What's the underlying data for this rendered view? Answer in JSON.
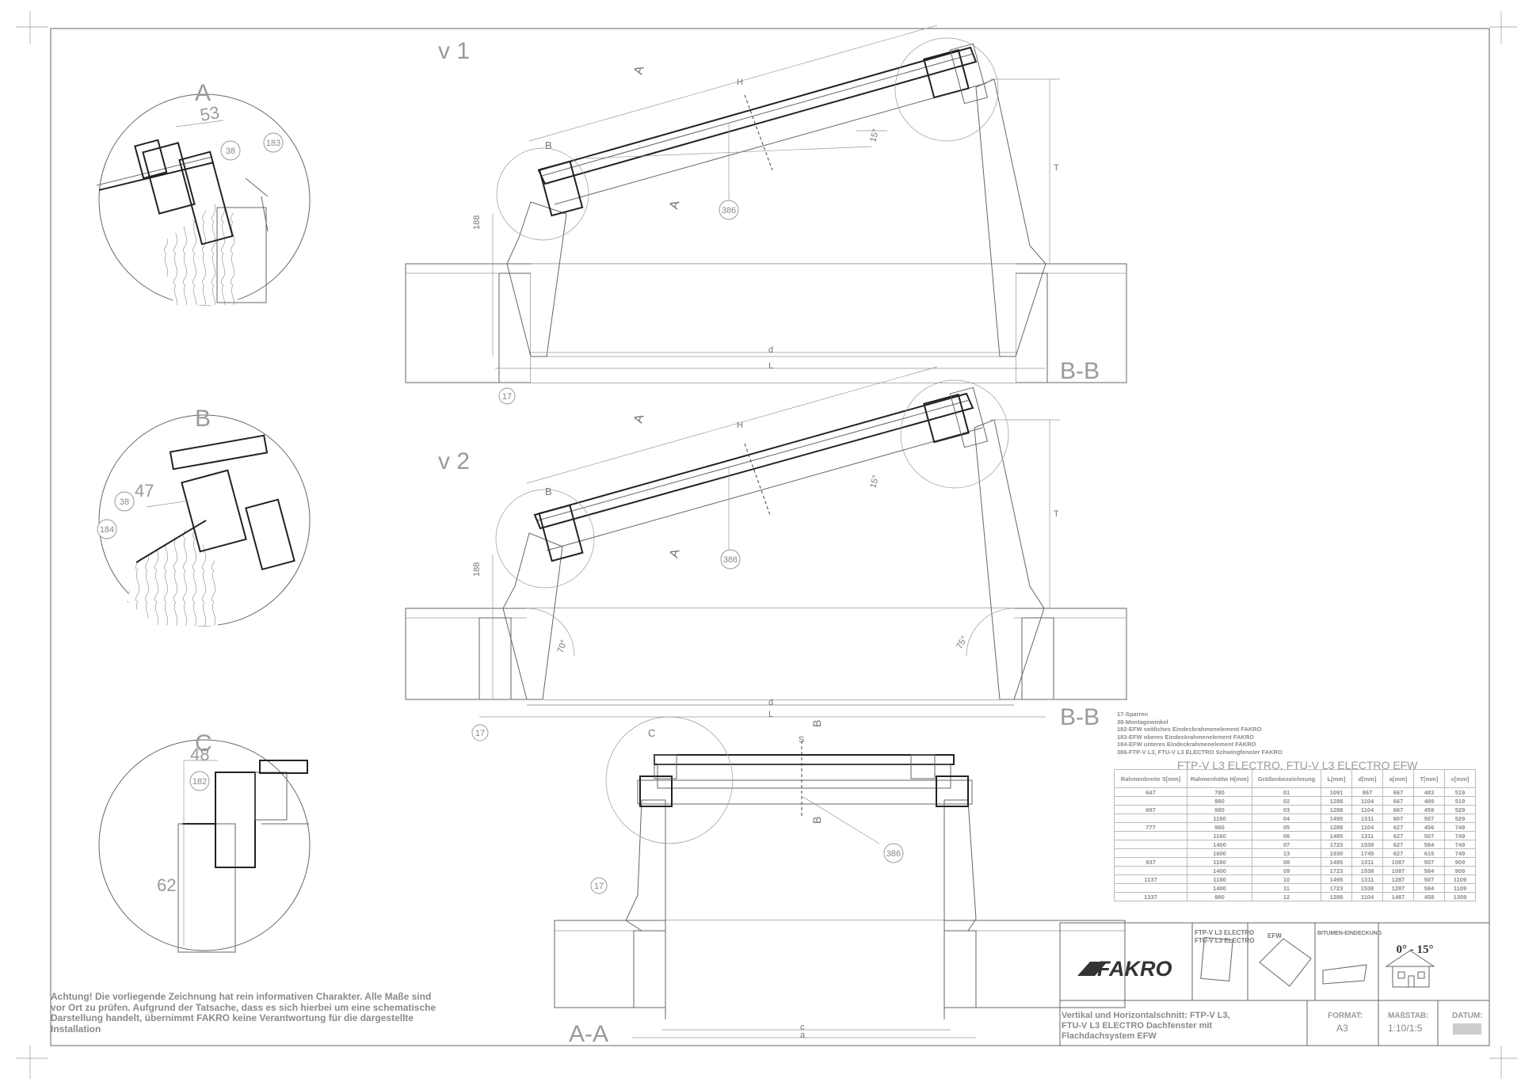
{
  "views": {
    "v1": "v 1",
    "v2": "v 2",
    "aa": "A-A",
    "bb1": "B-B",
    "bb2": "B-B"
  },
  "details": {
    "a": {
      "letter": "A",
      "dim": "53",
      "tag1": "38",
      "tag2": "183"
    },
    "b": {
      "letter": "B",
      "dim": "47",
      "tag1": "38",
      "tag2": "184"
    },
    "c": {
      "letter": "C",
      "dim1": "48",
      "dim2": "62",
      "tag": "182"
    }
  },
  "dims": {
    "h": "H",
    "t": "T",
    "d": "d",
    "l": "L",
    "c": "c",
    "a": "a",
    "s": "S",
    "angle15": "15°",
    "h188": "188",
    "tag386": "386",
    "tag17": "17",
    "angle70": "70°",
    "angle75": "75°",
    "sec_a": "A",
    "sec_b": "B",
    "sec_c": "C"
  },
  "legend": [
    "17-Sparren",
    "38-Montagewinkel",
    "182-EFW seitliches Eindeckrahmenelement FAKRO",
    "183-EFW oberes Eindeckrahmenelement FAKRO",
    "184-EFW unteres Eindeckrahmenelement FAKRO",
    "386-FTP-V L3, FTU-V L3 ELECTRO Schwingfenster FAKRO"
  ],
  "spec_table": {
    "title": "FTP-V L3 ELECTRO, FTU-V L3 ELECTRO EFW",
    "headers": [
      "Rahmenbreite S[mm]",
      "Rahmenhöhe H[mm]",
      "Größenbezeichnung",
      "L[mm]",
      "d[mm]",
      "a[mm]",
      "T[mm]",
      "c[mm]"
    ],
    "rows": [
      [
        "647",
        "780",
        "01",
        "1091",
        "867",
        "667",
        "483",
        "519"
      ],
      [
        "",
        "980",
        "02",
        "1288",
        "1104",
        "667",
        "489",
        "519"
      ],
      [
        "697",
        "980",
        "03",
        "1288",
        "1104",
        "667",
        "459",
        "529"
      ],
      [
        "",
        "1160",
        "04",
        "1495",
        "1311",
        "807",
        "507",
        "529"
      ],
      [
        "777",
        "980",
        "05",
        "1288",
        "1104",
        "627",
        "456",
        "749"
      ],
      [
        "",
        "1160",
        "06",
        "1495",
        "1311",
        "627",
        "507",
        "749"
      ],
      [
        "",
        "1400",
        "07",
        "1723",
        "1538",
        "627",
        "584",
        "749"
      ],
      [
        "",
        "1600",
        "13",
        "1930",
        "1745",
        "627",
        "615",
        "749"
      ],
      [
        "937",
        "1180",
        "08",
        "1495",
        "1311",
        "1087",
        "507",
        "909"
      ],
      [
        "",
        "1400",
        "09",
        "1723",
        "1538",
        "1087",
        "584",
        "909"
      ],
      [
        "1137",
        "1180",
        "10",
        "1495",
        "1311",
        "1287",
        "507",
        "1109"
      ],
      [
        "",
        "1400",
        "11",
        "1723",
        "1538",
        "1287",
        "584",
        "1109"
      ],
      [
        "1337",
        "980",
        "12",
        "1288",
        "1104",
        "1487",
        "458",
        "1309"
      ]
    ]
  },
  "title_block": {
    "brand": "FAKRO",
    "product1": "FTP-V L3 ELECTRO",
    "product2": "FTU-V L3 ELECTRO",
    "efw": "EFW",
    "bitumen": "BITUMEN-EINDECKUNG",
    "angle_range": "0° - 15°",
    "description": "Vertikal und Horizontalschnitt: FTP-V L3, FTU-V L3 ELECTRO Dachfenster mit Flachdachsystem EFW",
    "format_label": "FORMAT:",
    "format_value": "A3",
    "scale_label": "MAßSTAB:",
    "scale_value": "1:10/1:5",
    "date_label": "DATUM:"
  },
  "note": "Achtung! Die vorliegende Zeichnung hat rein informativen Charakter. Alle Maße sind vor Ort zu prüfen. Aufgrund der Tatsache, dass es sich hierbei um eine schematische Darstellung handelt, übernimmt FAKRO keine Verantwortung für die dargestellte Installation",
  "colors": {
    "line": "#222222",
    "annotation": "#9a9a9a",
    "brand": "#333333"
  }
}
